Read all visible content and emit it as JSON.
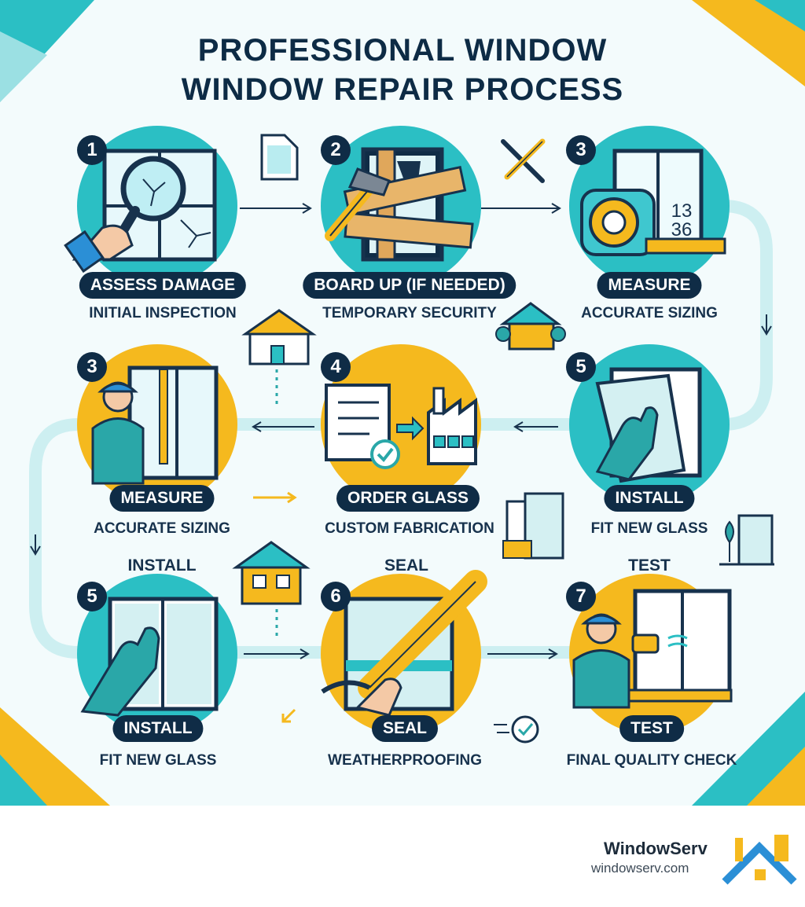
{
  "title": {
    "line1": "PROFESSIONAL WINDOW",
    "line2": "WINDOW REPAIR PROCESS"
  },
  "steps": [
    {
      "number": "1",
      "label": "ASSESS DAMAGE",
      "subtitle": "INITIAL INSPECTION",
      "icon": "magnifier-broken-window-icon"
    },
    {
      "number": "2",
      "label": "BOARD UP (IF NEEDED)",
      "subtitle": "TEMPORARY SECURITY",
      "icon": "boarded-window-hammer-icon"
    },
    {
      "number": "3",
      "label": "MEASURE",
      "subtitle": "ACCURATE SIZING",
      "icon": "tape-measure-window-icon"
    },
    {
      "number": "3",
      "label": "MEASURE",
      "subtitle": "ACCURATE SIZING",
      "icon": "worker-measuring-icon"
    },
    {
      "number": "4",
      "label": "ORDER GLASS",
      "subtitle": "CUSTOM FABRICATION",
      "icon": "order-document-factory-icon"
    },
    {
      "number": "5",
      "label": "INSTALL",
      "subtitle": "FIT NEW GLASS",
      "icon": "gloved-hand-glass-icon"
    },
    {
      "number": "5",
      "heading": "INSTALL",
      "label": "INSTALL",
      "subtitle": "FIT NEW GLASS",
      "icon": "glove-window-install-icon"
    },
    {
      "number": "6",
      "heading": "SEAL",
      "label": "SEAL",
      "subtitle": "WEATHERPROOFING",
      "icon": "caulk-gun-icon"
    },
    {
      "number": "7",
      "heading": "TEST",
      "label": "TEST",
      "subtitle": "FINAL QUALITY CHECK",
      "icon": "worker-testing-icon"
    }
  ],
  "measure_digits": {
    "top": "13",
    "bottom": "36"
  },
  "brand": {
    "name": "WindowServ",
    "url": "windowserv.com",
    "logo": "house-logo-icon"
  },
  "colors": {
    "teal": "#2bbfc4",
    "yellow": "#f5b91e",
    "navy": "#0f2c46",
    "light_teal": "#d4f0f2"
  }
}
